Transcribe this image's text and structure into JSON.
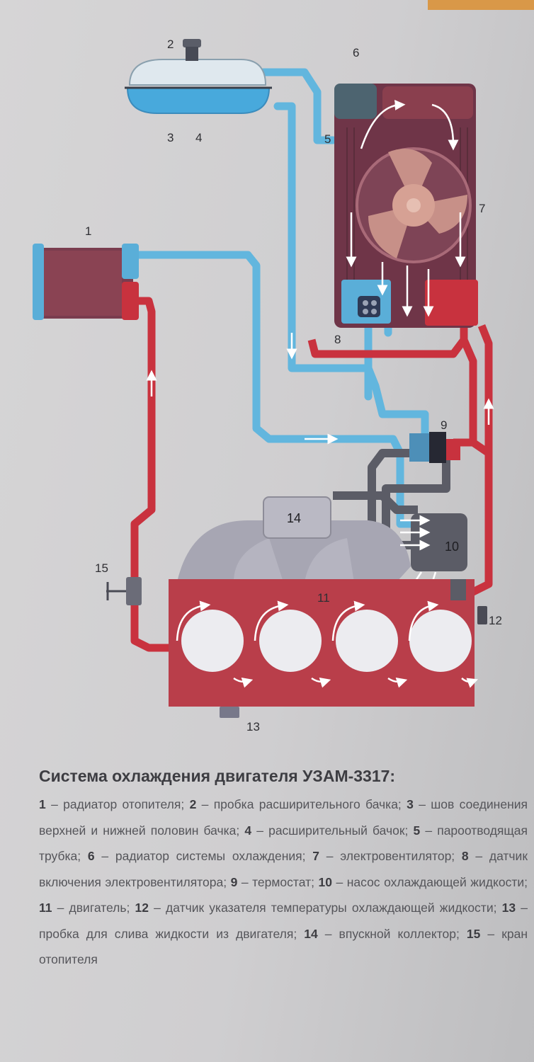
{
  "labels": {
    "n1": "1",
    "n2": "2",
    "n3": "3",
    "n4": "4",
    "n5": "5",
    "n6": "6",
    "n7": "7",
    "n8": "8",
    "n9": "9",
    "n10": "10",
    "n11": "11",
    "n12": "12",
    "n13": "13",
    "n14": "14",
    "n15": "15"
  },
  "caption": {
    "title": "Система охлаждения двигателя УЗАМ-3317:",
    "items": [
      {
        "num": "1",
        "sep": " – ",
        "text": "радиатор отопителя; "
      },
      {
        "num": "2",
        "sep": " – ",
        "text": "пробка расширительного бачка; "
      },
      {
        "num": "3",
        "sep": " – ",
        "text": "шов соединения верхней и нижней половин бачка; "
      },
      {
        "num": "4",
        "sep": " – ",
        "text": "расширительный бачок; "
      },
      {
        "num": "5",
        "sep": " – ",
        "text": "пароотводящая трубка; "
      },
      {
        "num": "6",
        "sep": " – ",
        "text": "радиатор системы охлаждения; "
      },
      {
        "num": "7",
        "sep": " – ",
        "text": "электровентилятор; "
      },
      {
        "num": "8",
        "sep": " – ",
        "text": "датчик включения электровентилятора; "
      },
      {
        "num": "9",
        "sep": " – ",
        "text": "термостат; "
      },
      {
        "num": "10",
        "sep": " – ",
        "text": "насос охлаждающей жидкости; "
      },
      {
        "num": "11",
        "sep": " – ",
        "text": "двигатель; "
      },
      {
        "num": "12",
        "sep": " – ",
        "text": "датчик указателя температуры охлаждающей жидкости; "
      },
      {
        "num": "13",
        "sep": " – ",
        "text": "пробка для слива жидкости из двигателя; "
      },
      {
        "num": "14",
        "sep": " – ",
        "text": "впускной коллектор; "
      },
      {
        "num": "15",
        "sep": " – ",
        "text": "кран отопителя"
      }
    ]
  },
  "colors": {
    "hot": "#c93440",
    "cold": "#5fb5de",
    "engine": "#b83a46",
    "dark": "#55545e",
    "radiator": "#7a3a48"
  }
}
